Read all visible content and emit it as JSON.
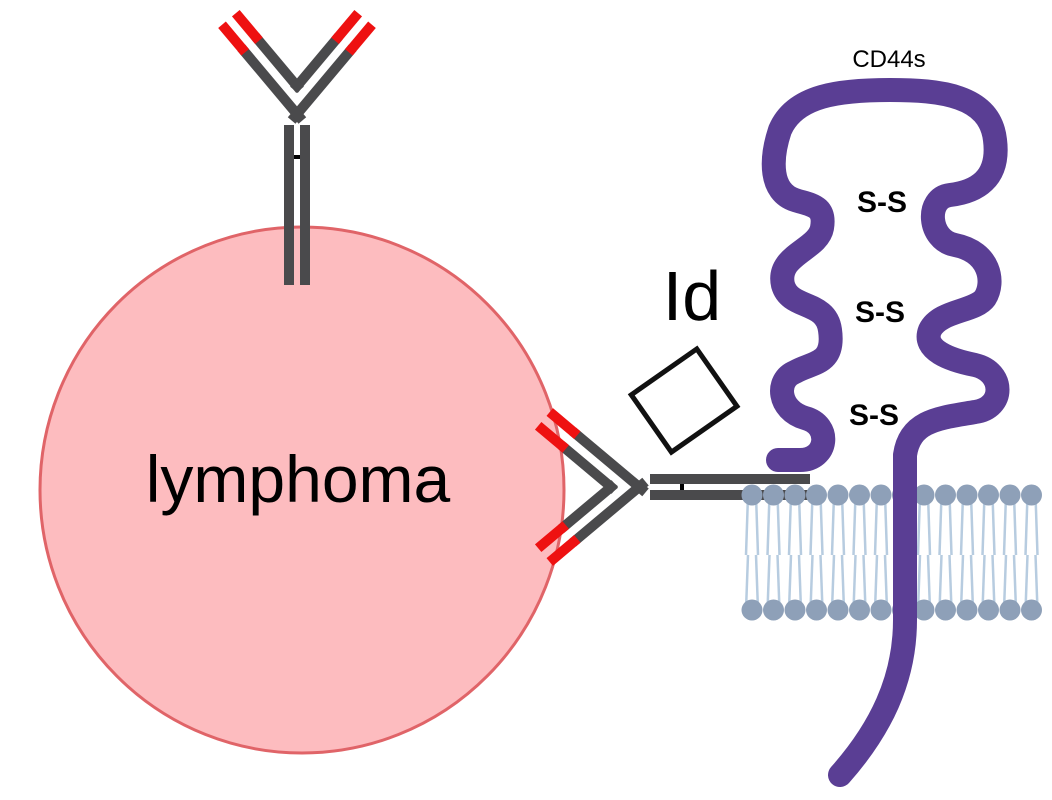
{
  "figure": {
    "cell_label": "lymphoma",
    "idiotype_label": "Id",
    "protein_label": "CD44s",
    "disulfide_labels": [
      "S-S",
      "S-S",
      "S-S"
    ]
  },
  "colors": {
    "cell_fill": "#fdbcbf",
    "cell_stroke": "#e06468",
    "antibody_body": "#4a4a4c",
    "antibody_tip": "#ee1111",
    "cd44_purple": "#5a3e94",
    "lipid_head": "#8ea0b8",
    "lipid_tail": "#b7cce0"
  }
}
